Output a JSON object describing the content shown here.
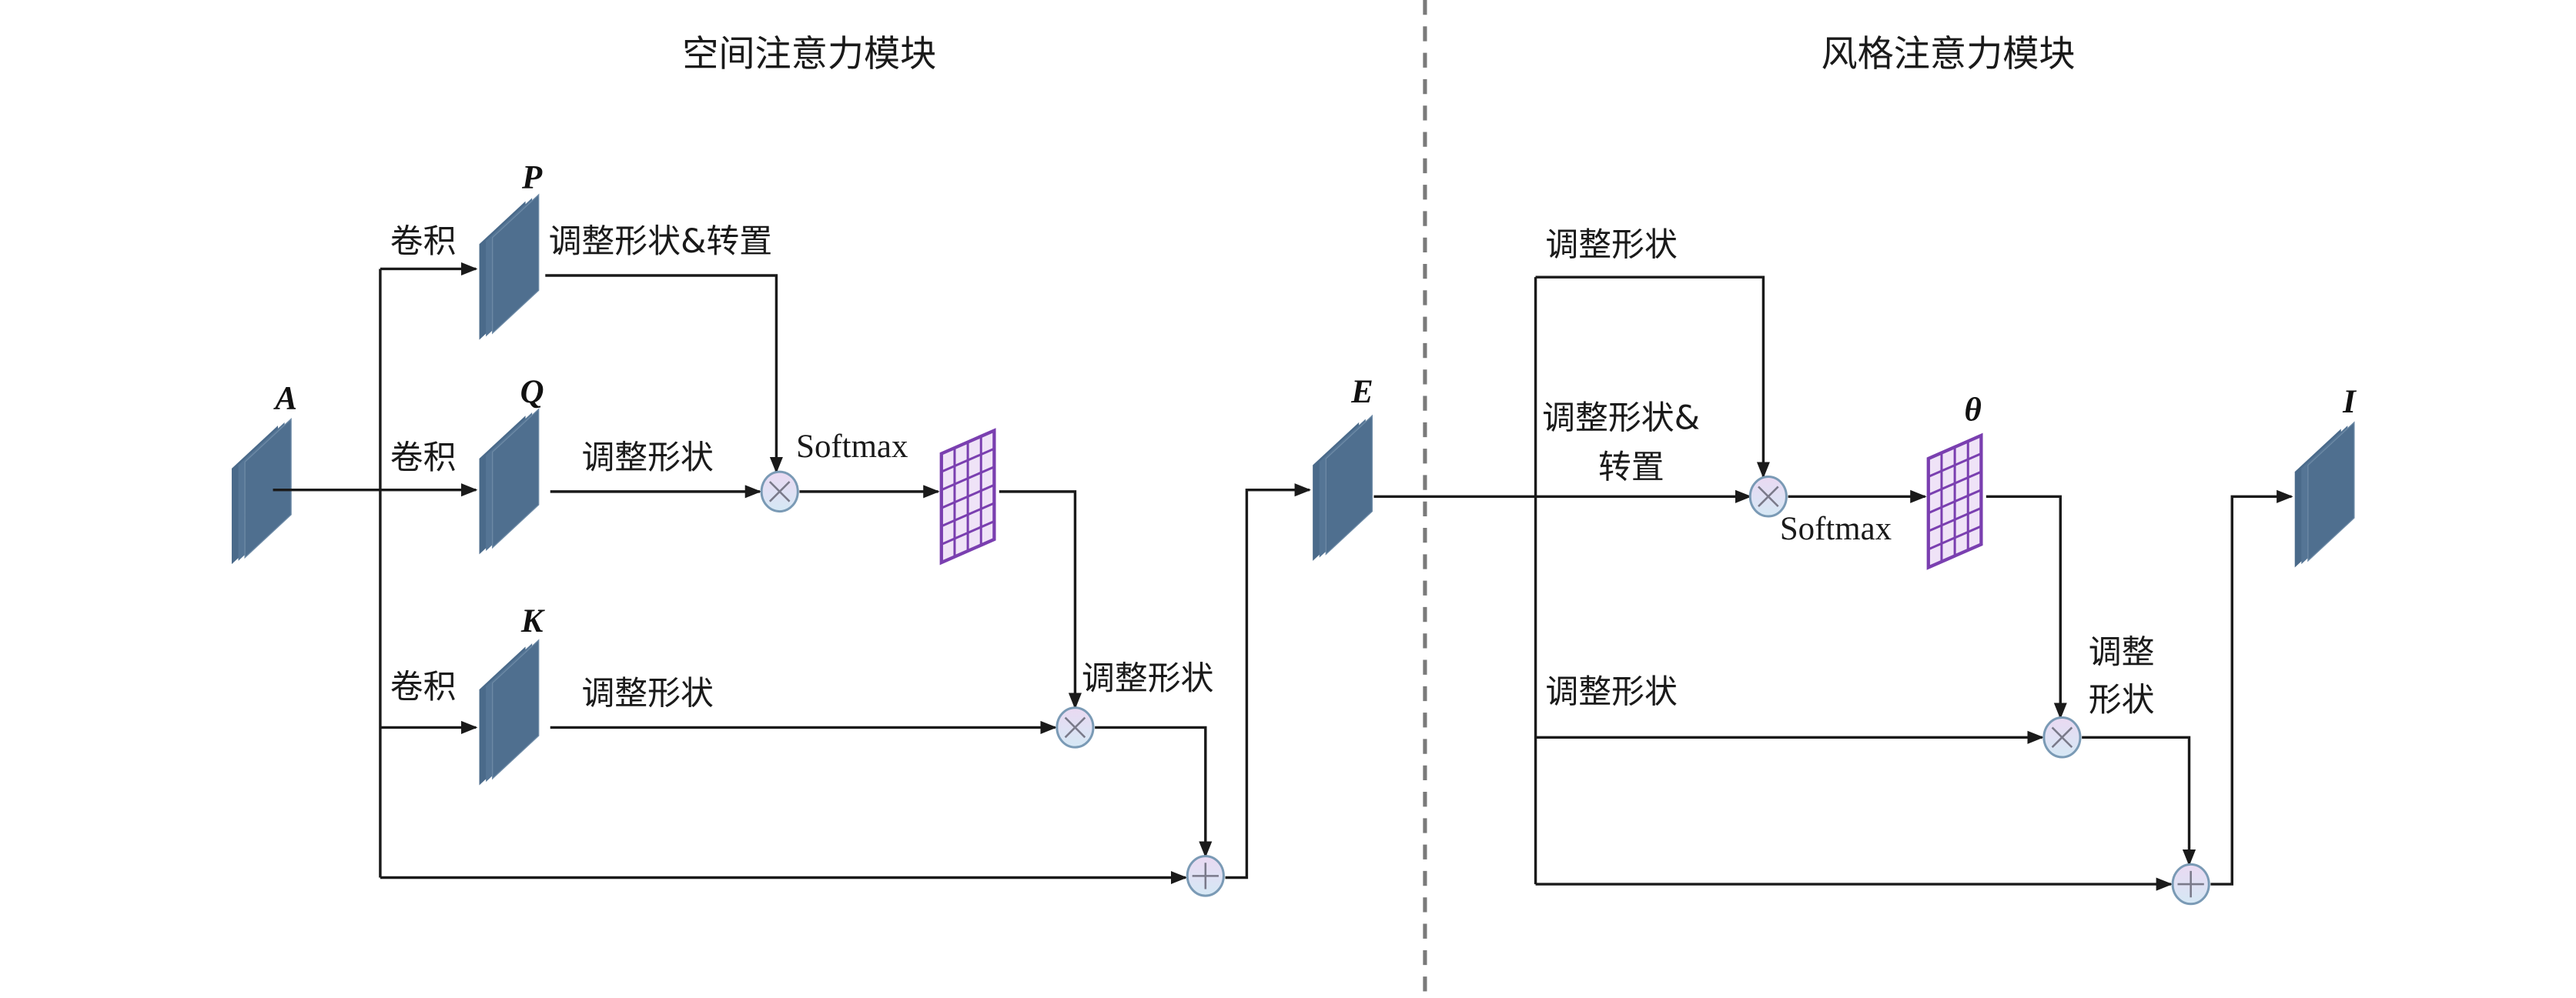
{
  "titles": {
    "left_module": "空间注意力模块",
    "right_module": "风格注意力模块"
  },
  "colors": {
    "feature_map": "#4f6f8f",
    "feature_map_edge": "#3d5a78",
    "attention_grid": "#7a3fb0",
    "attention_grid_fill": "#e9d9f5",
    "operator_fill": "#dfe9f5",
    "operator_stroke": "#7a9ab5",
    "divider": "#7a7a7a"
  },
  "spatial": {
    "tensors": {
      "input": "A",
      "p": "P",
      "q": "Q",
      "k": "K",
      "output": "E"
    },
    "labels": {
      "conv_p": "卷积",
      "conv_q": "卷积",
      "conv_k": "卷积",
      "reshape_transpose_p": "调整形状&转置",
      "reshape_q": "调整形状",
      "reshape_k": "调整形状",
      "softmax": "Softmax",
      "reshape_out": "调整形状"
    },
    "operators": [
      "multiply",
      "multiply",
      "add"
    ]
  },
  "style": {
    "tensors": {
      "attention": "θ",
      "output": "I"
    },
    "labels": {
      "reshape_top": "调整形状",
      "reshape_transpose_line1": "调整形状&",
      "reshape_transpose_line2": "转置",
      "softmax": "Softmax",
      "reshape_bottom": "调整形状",
      "reshape_out_line1": "调整",
      "reshape_out_line2": "形状"
    },
    "operators": [
      "multiply",
      "multiply",
      "add"
    ]
  }
}
